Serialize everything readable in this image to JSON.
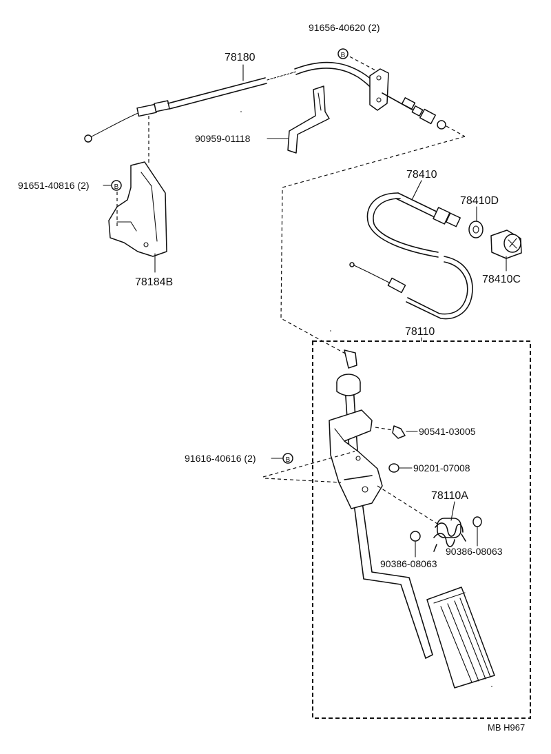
{
  "labels": {
    "p91656_40620": "91656-40620 (2)",
    "p78180": "78180",
    "p90959_01118": "90959-01118",
    "p91651_40816": "91651-40816 (2)",
    "p78184B": "78184B",
    "p78410": "78410",
    "p78410D": "78410D",
    "p78410C": "78410C",
    "p78110": "78110",
    "p90541_03005": "90541-03005",
    "p91616_40616": "91616-40616 (2)",
    "p90201_07008": "90201-07008",
    "p78110A": "78110A",
    "p90386_08063_right": "90386-08063",
    "p90386_08063_left": "90386-08063",
    "code": "MB H967"
  },
  "markers": {
    "b": "B"
  }
}
